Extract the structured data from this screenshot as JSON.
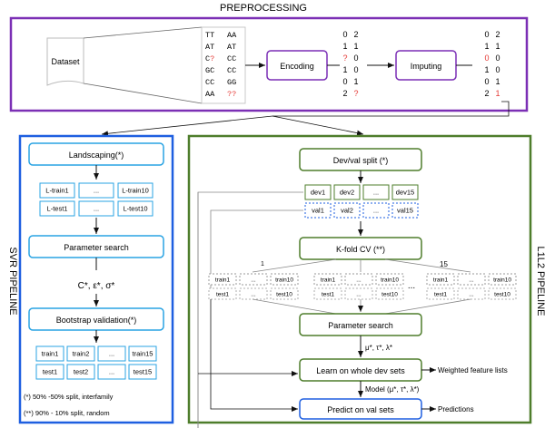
{
  "preprocessing": {
    "title": "PREPROCESSING",
    "dataset_label": "Dataset",
    "seq_rows": [
      {
        "a": "TT",
        "a_red": "",
        "b": "AA"
      },
      {
        "a": "AT",
        "a_red": "",
        "b": "AT"
      },
      {
        "a": "C",
        "a_red": "?",
        "b": "CC"
      },
      {
        "a": "GC",
        "a_red": "",
        "b": "CC"
      },
      {
        "a": "CC",
        "a_red": "",
        "b": "GG"
      },
      {
        "a": "AA",
        "a_red": "",
        "b": "??"
      }
    ],
    "encoded_rows": [
      {
        "a": "0",
        "b": "2",
        "a_red": false,
        "b_red": false
      },
      {
        "a": "1",
        "b": "1",
        "a_red": false,
        "b_red": false
      },
      {
        "a": "?",
        "b": "0",
        "a_red": true,
        "b_red": false
      },
      {
        "a": "1",
        "b": "0",
        "a_red": false,
        "b_red": false
      },
      {
        "a": "0",
        "b": "1",
        "a_red": false,
        "b_red": false
      },
      {
        "a": "2",
        "b": "?",
        "a_red": false,
        "b_red": true
      }
    ],
    "encoding_label": "Encoding",
    "imputing_label": "Imputing",
    "imputed_rows": [
      {
        "a": "0",
        "b": "2",
        "a_red": false,
        "b_red": false
      },
      {
        "a": "1",
        "b": "1",
        "a_red": false,
        "b_red": false
      },
      {
        "a": "0",
        "b": "0",
        "a_red": true,
        "b_red": false
      },
      {
        "a": "1",
        "b": "0",
        "a_red": false,
        "b_red": false
      },
      {
        "a": "0",
        "b": "1",
        "a_red": false,
        "b_red": false
      },
      {
        "a": "2",
        "b": "1",
        "a_red": false,
        "b_red": true
      }
    ]
  },
  "svr": {
    "side_label": "SVR PIPELINE",
    "landscaping": "Landscaping(*)",
    "ltrain": [
      "L-train1",
      "...",
      "L-train10"
    ],
    "ltest": [
      "L-test1",
      "...",
      "L-test10"
    ],
    "param_search": "Parameter search",
    "best_params": "C*, ε*, σ*",
    "bootstrap": "Bootstrap validation(*)",
    "train_row": [
      "train1",
      "train2",
      "...",
      "train15"
    ],
    "test_row": [
      "test1",
      "test2",
      "...",
      "test15"
    ],
    "footnote1": "(*) 50% -50% split, interfamily",
    "footnote2": "(**) 90% - 10% split, random"
  },
  "l1l2": {
    "side_label": "L1L2 PIPELINE",
    "devval": "Dev/val split (*)",
    "dev_row": [
      "dev1",
      "dev2",
      "...",
      "dev15"
    ],
    "val_row": [
      "val1",
      "val2",
      "...",
      "val15"
    ],
    "kfold": "K-fold CV (**)",
    "fold_one": "1",
    "fold_fifteen": "15",
    "fold_dots": "...",
    "fold_train": [
      "train1",
      "...",
      "train10"
    ],
    "fold_test": [
      "test1",
      "...",
      "test10"
    ],
    "param_search": "Parameter search",
    "best_params": "μ*, τ*, λ*",
    "learn": "Learn on whole dev sets",
    "weighted": "Weighted feature lists",
    "model": "Model (μ*, τ*, λ*)",
    "predict": "Predict on val sets",
    "predictions": "Predictions"
  },
  "colors": {
    "purple": "#7b2fb5",
    "blue": "#1e5fe0",
    "cyan": "#29a3e3",
    "green": "#4e7d2b",
    "red": "#e53935"
  }
}
